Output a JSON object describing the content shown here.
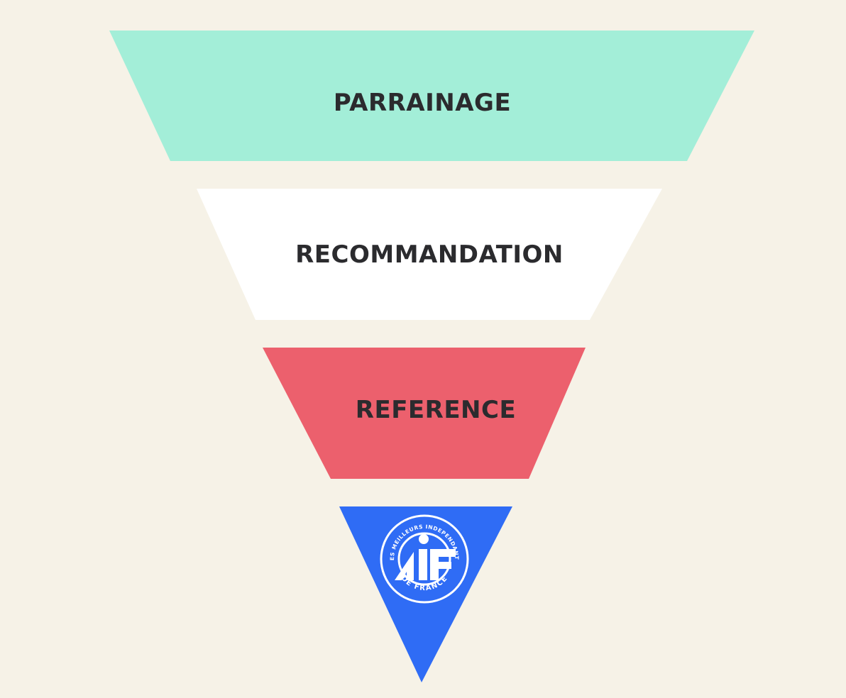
{
  "funnel": {
    "levels": [
      {
        "label": "PARRAINAGE",
        "color": "#a3eed8"
      },
      {
        "label": "RECOMMANDATION",
        "color": "#ffffff"
      },
      {
        "label": "REFERENCE",
        "color": "#ec606d"
      },
      {
        "label": "",
        "color": "#2f6cf5"
      }
    ],
    "text_color": "#2b2b2e",
    "background": "#f6f2e7"
  },
  "logo": {
    "initials": "AIF",
    "arc_top": "LES MEILLEURS INDEPENDANTS",
    "arc_bottom": "DE FRANCE",
    "color": "#ffffff"
  }
}
